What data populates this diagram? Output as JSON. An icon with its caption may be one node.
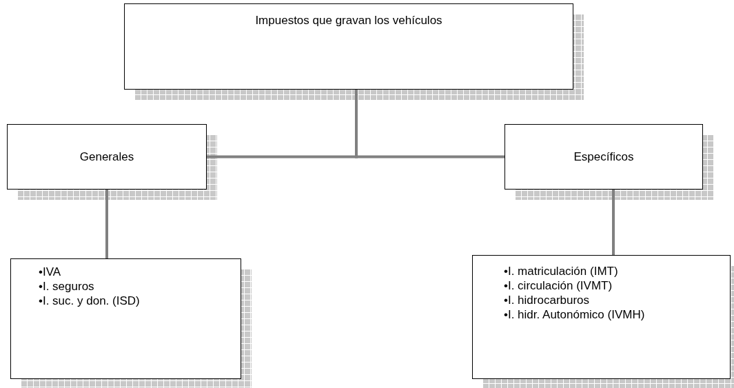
{
  "diagram": {
    "nodes": [
      {
        "text": [
          "Impuestos que gravan los vehículos"
        ]
      },
      {
        "text": [
          "Generales"
        ]
      },
      {
        "text": [
          "Específicos"
        ]
      },
      {
        "text": [
          "•IVA",
          "•I. seguros",
          "•I. suc. y don. (ISD)"
        ]
      },
      {
        "text": [
          "•I. matriculación (IMT)",
          "•I. circulación (IVMT)",
          "•I. hidrocarburos",
          "•I. hidr. Autonómico (IVMH)"
        ]
      }
    ],
    "edges": [
      {
        "from": 0,
        "to": 1,
        "arrow": "none"
      },
      {
        "from": 0,
        "to": 2,
        "arrow": "none"
      },
      {
        "from": 1,
        "to": 3,
        "arrow": "none"
      },
      {
        "from": 2,
        "to": 4,
        "arrow": "none"
      }
    ]
  }
}
